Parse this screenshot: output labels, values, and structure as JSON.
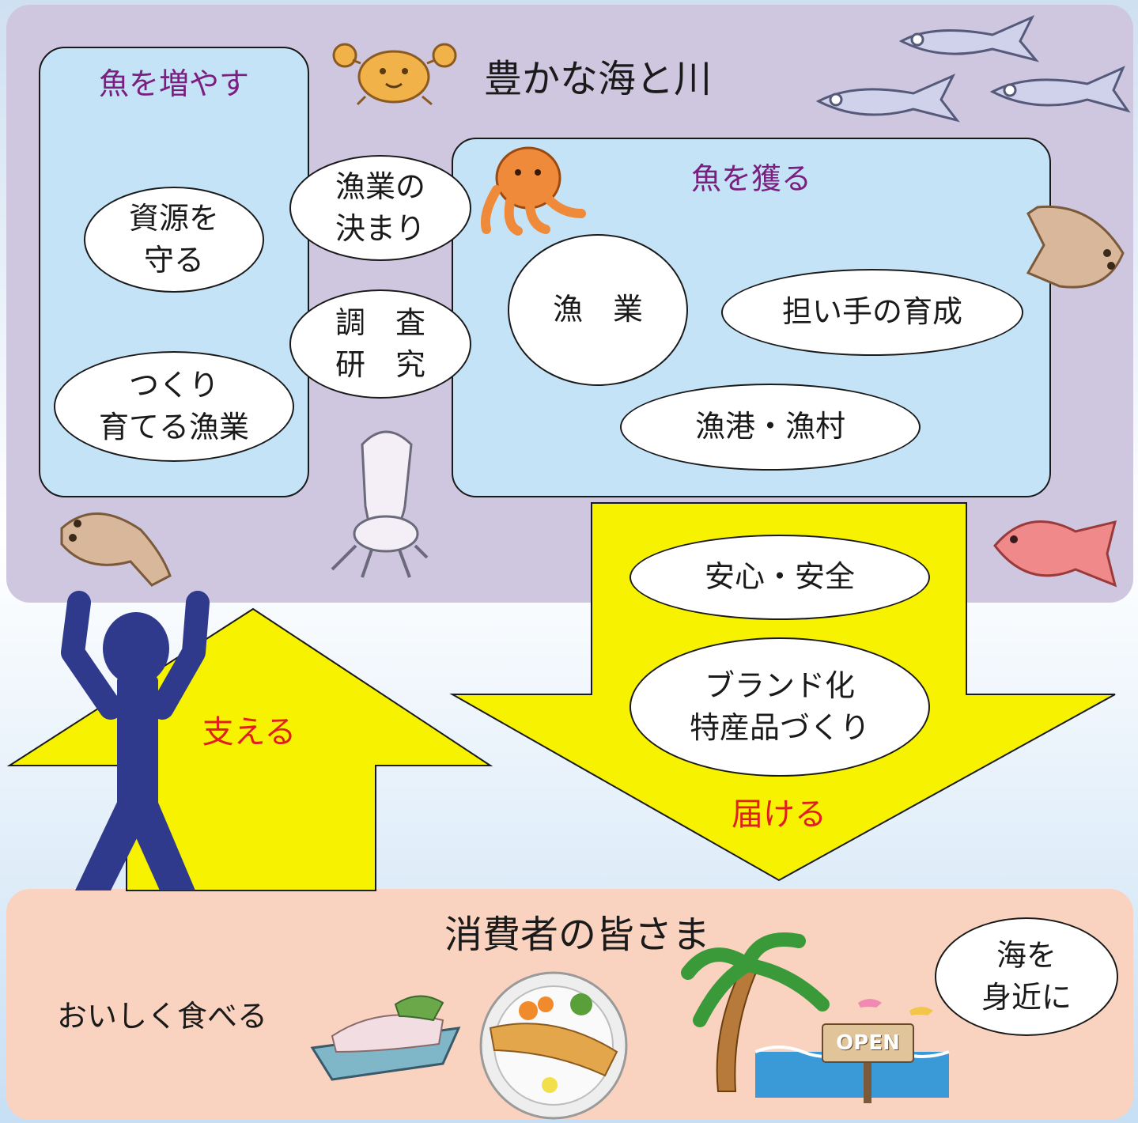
{
  "colors": {
    "sea_panel": "#cfc6e0",
    "inner_box": "#c5e3f7",
    "consumer_panel": "#f9d3c0",
    "arrow_fill": "#f7f200",
    "person": "#303a8c",
    "heading_purple": "#7a1f80",
    "heading_red": "#e0201e"
  },
  "sea": {
    "title": "豊かな海と川"
  },
  "increase_box": {
    "title": "魚を増やす",
    "items": [
      "資源を\n守る",
      "つくり\n育てる漁業"
    ]
  },
  "bridge_items": [
    "漁業の\n決まり",
    "調　査\n研　究"
  ],
  "catch_box": {
    "title": "魚を獲る",
    "items": [
      "漁　業",
      "担い手の育成",
      "漁港・漁村"
    ]
  },
  "deliver_arrow": {
    "label": "届ける",
    "items": [
      "安心・安全",
      "ブランド化\n特産品づくり"
    ]
  },
  "support_arrow": {
    "label": "支える"
  },
  "consumers": {
    "title": "消費者の皆さま",
    "eat_label": "おいしく食べる",
    "sea_close_label": "海を\n身近に",
    "sign_text": "OPEN"
  },
  "icons": [
    "crab-icon",
    "fish-icon",
    "flatfish-icon",
    "octopus-icon",
    "squid-icon",
    "sea-bream-icon",
    "person-icon",
    "sashimi-icon",
    "grilled-fish-plate-icon",
    "palm-tree-icon"
  ]
}
